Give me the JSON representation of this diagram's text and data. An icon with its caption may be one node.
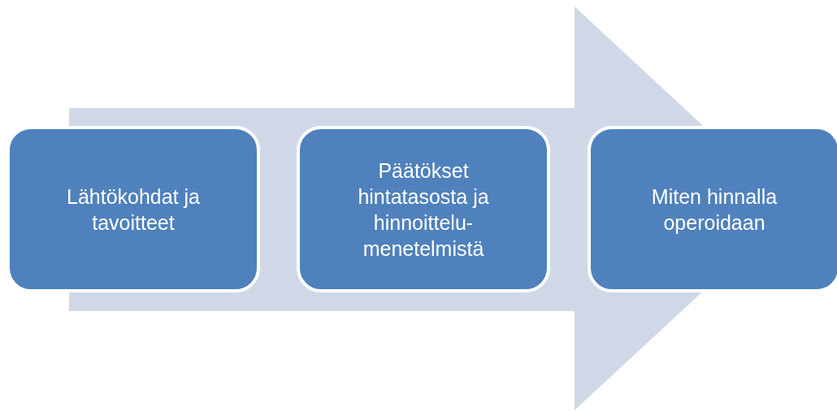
{
  "diagram": {
    "nodes": [
      {
        "text": [],
        "shape": "arrow"
      },
      {
        "text": [
          "Lähtökohdat ja tavoitteet"
        ]
      },
      {
        "text": [
          "Päätökset hintatasosta ja hinnoittelu- menetelmistä"
        ],
        "in": 0
      },
      {
        "text": [
          "Miten hinnalla operoidaan"
        ]
      }
    ]
  }
}
